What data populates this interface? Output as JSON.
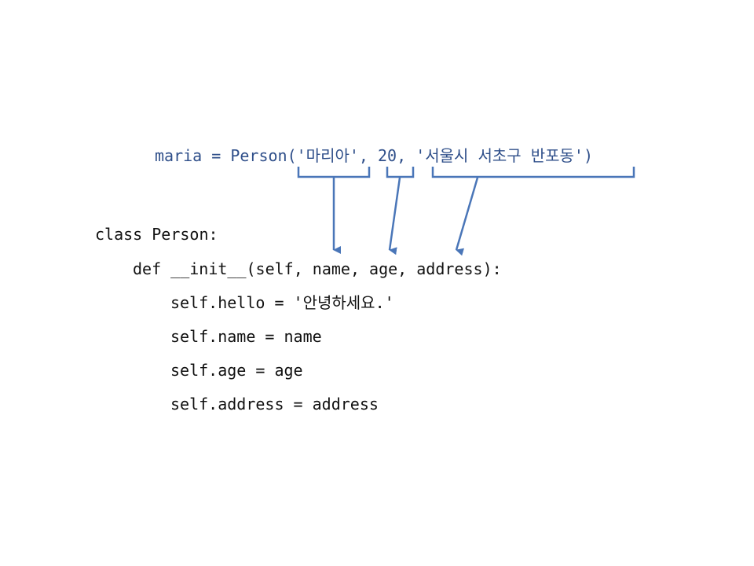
{
  "call": {
    "prefix": "maria = Person(",
    "arg1": "'마리아'",
    "sep1": ", ",
    "arg2": "20",
    "sep2": ", ",
    "arg3": "'서울시 서초구 반포동'",
    "suffix": ")"
  },
  "code": {
    "line1": "class Person:",
    "line2_pre": "def __init__(self, ",
    "line2_name": "name",
    "line2_sep1": ", ",
    "line2_age": "age",
    "line2_sep2": ", ",
    "line2_address": "address",
    "line2_post": "):",
    "line3": "self.hello = '안녕하세요.'",
    "line4": "self.name = name",
    "line5": "self.age = age",
    "line6": "self.address = address"
  },
  "colors": {
    "call_text": "#2f4f8a",
    "bracket": "#4a76b8",
    "code_text": "#111111"
  }
}
